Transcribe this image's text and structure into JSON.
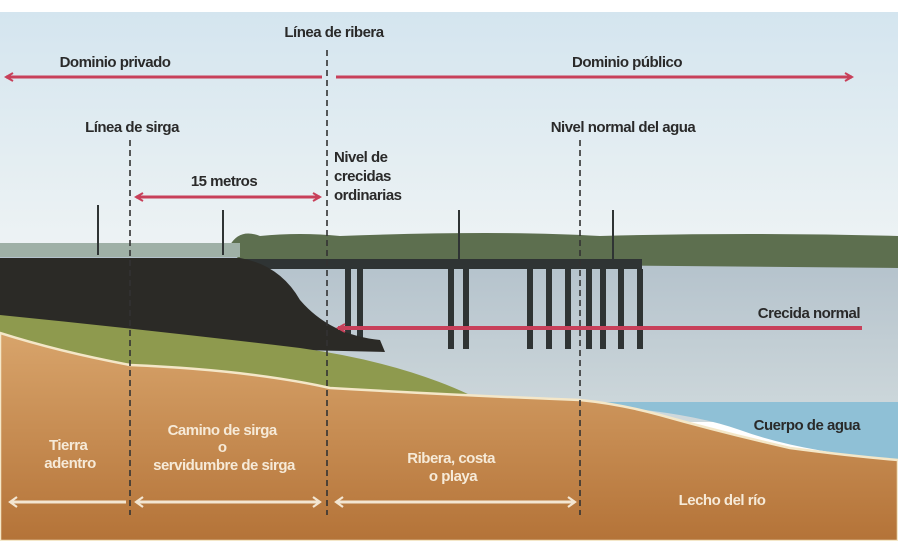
{
  "labels": {
    "linea_ribera": "Línea de ribera",
    "dominio_privado": "Dominio privado",
    "dominio_publico": "Dominio público",
    "linea_sirga": "Línea de sirga",
    "nivel_normal": "Nivel normal del agua",
    "quince_metros": "15 metros",
    "nivel_crecidas": [
      "Nivel de",
      "crecidas",
      "ordinarias"
    ],
    "crecida_normal": "Crecida normal",
    "cuerpo_agua": "Cuerpo de agua",
    "tierra_adentro": [
      "Tierra",
      "adentro"
    ],
    "camino_sirga": [
      "Camino de sirga",
      "o",
      "servidumbre de sirga"
    ],
    "ribera_costa": [
      "Ribera, costa",
      "o playa"
    ],
    "lecho_rio": "Lecho del río"
  },
  "colors": {
    "arrow_red": "#c8405a",
    "ground": "#c48a55",
    "water_body": "#8fc0d6",
    "sky": "#dbe9f1",
    "river": "#bccbd3"
  }
}
